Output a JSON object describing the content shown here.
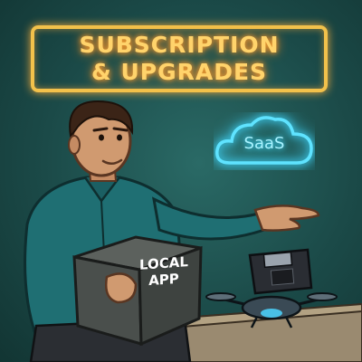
{
  "title": {
    "line1": "SUBSCRIPTION",
    "line2": "& UPGRADES"
  },
  "cloud": {
    "label": "SaaS",
    "glow_color": "#3fd8ff"
  },
  "box": {
    "line1": "LOCAL",
    "line2": "APP"
  },
  "colors": {
    "background": "#1b4a48",
    "neon_orange": "#f2c14b",
    "shirt": "#1f6f73",
    "box": "#4a4f4c",
    "desk": "#8a7a62"
  },
  "icons": [
    "floppy-disk-icon",
    "drone-icon",
    "cloud-icon"
  ]
}
